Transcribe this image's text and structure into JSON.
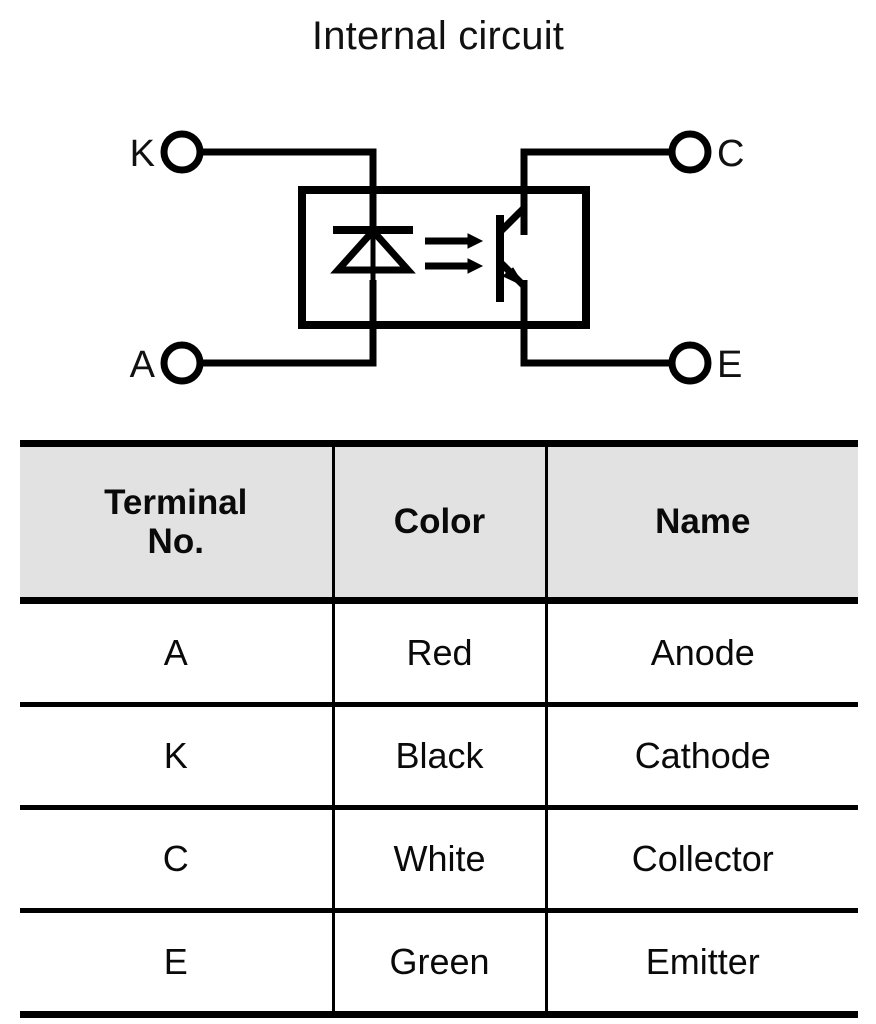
{
  "diagram": {
    "title": "Internal circuit",
    "terminals": [
      {
        "id": "K",
        "label": "K",
        "position": "top-left"
      },
      {
        "id": "C",
        "label": "C",
        "position": "top-right"
      },
      {
        "id": "A",
        "label": "A",
        "position": "bottom-left"
      },
      {
        "id": "E",
        "label": "E",
        "position": "bottom-right"
      }
    ],
    "components": [
      {
        "name": "led-diode",
        "description": "Infrared emitting diode, triangle pointing up with cathode bar on top"
      },
      {
        "name": "light-arrows",
        "description": "Two parallel arrows indicating optical coupling"
      },
      {
        "name": "phototransistor",
        "description": "NPN phototransistor receiver"
      },
      {
        "name": "isolation-box",
        "description": "Rectangular optocoupler package outline"
      }
    ]
  },
  "table": {
    "headers": {
      "terminal_line1": "Terminal",
      "terminal_line2": "No.",
      "color": "Color",
      "name": "Name"
    },
    "rows": [
      {
        "terminal": "A",
        "color": "Red",
        "name": "Anode"
      },
      {
        "terminal": "K",
        "color": "Black",
        "name": "Cathode"
      },
      {
        "terminal": "C",
        "color": "White",
        "name": "Collector"
      },
      {
        "terminal": "E",
        "color": "Green",
        "name": "Emitter"
      }
    ]
  },
  "colors": {
    "header_background": "#e2e2e2",
    "line": "#000000",
    "text": "#0a0a0a",
    "page_background": "#ffffff"
  }
}
